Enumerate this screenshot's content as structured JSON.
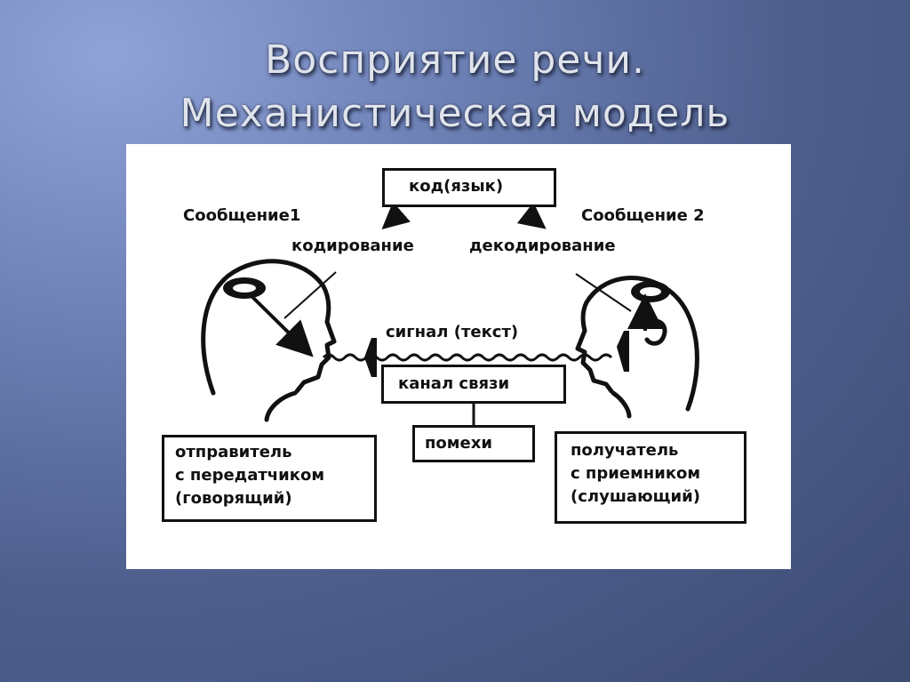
{
  "slide": {
    "title_line1": "Восприятие речи.",
    "title_line2": "Механистическая модель"
  },
  "diagram": {
    "code_box": "код(язык)",
    "message1": "Сообщение1",
    "message2": "Сообщение 2",
    "encoding": "кодирование",
    "decoding": "декодирование",
    "signal": "сигнал (текст)",
    "channel_box": "канал связи",
    "noise_box": "помехи",
    "sender": [
      "отправитель",
      "с передатчиком",
      "(говорящий)"
    ],
    "receiver": [
      "получатель",
      "с приемником",
      "(слушающий)"
    ]
  }
}
